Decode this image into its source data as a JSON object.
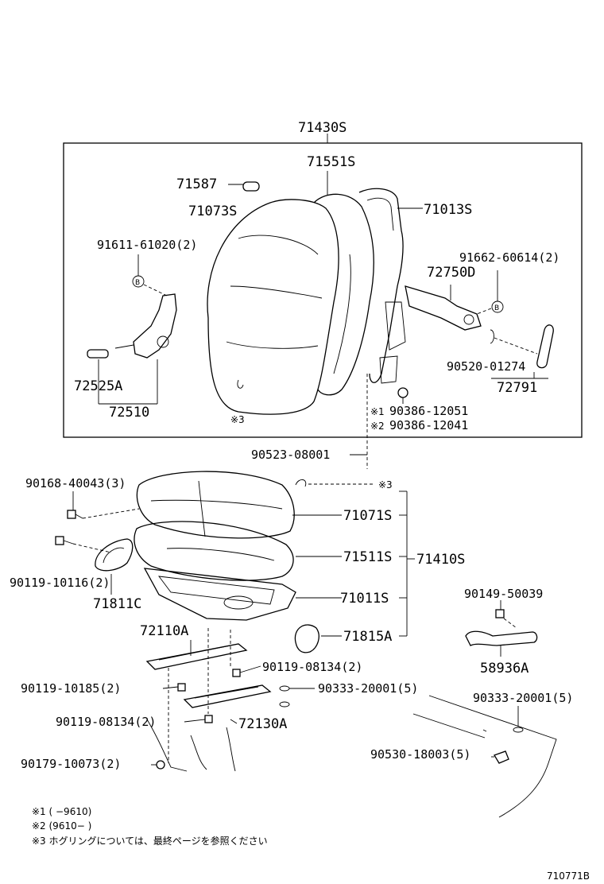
{
  "labels": {
    "l71430S": "71430S",
    "l71551S": "71551S",
    "l71587": "71587",
    "l71073S": "71073S",
    "l71013S": "71013S",
    "l91611": "91611-61020(2)",
    "l91662": "91662-60614(2)",
    "l72750D": "72750D",
    "l90520": "90520-01274",
    "l72791": "72791",
    "l72525A": "72525A",
    "l72510": "72510",
    "l90386a": "90386-12051",
    "l90386b": "90386-12041",
    "l90523": "90523-08001",
    "l90168": "90168-40043(3)",
    "l71071S": "71071S",
    "l71511S": "71511S",
    "l71410S": "71410S",
    "l71011S": "71011S",
    "l71815A": "71815A",
    "l90119_10116": "90119-10116(2)",
    "l71811C": "71811C",
    "l90149": "90149-50039",
    "l58936A": "58936A",
    "l72110A": "72110A",
    "l90119_08134a": "90119-08134(2)",
    "l90119_10185": "90119-10185(2)",
    "l90333a": "90333-20001(5)",
    "l90333b": "90333-20001(5)",
    "l90119_08134b": "90119-08134(2)",
    "l72130A": "72130A",
    "l90530": "90530-18003(5)",
    "l90179": "90179-10073(2)"
  },
  "markers": {
    "ref1": "※1",
    "ref2": "※2",
    "ref3a": "※3",
    "ref3b": "※3",
    "circleB1": "B",
    "circleB2": "B"
  },
  "footnotes": {
    "n1": "※1 (    −9610)",
    "n2": "※2 (9610−    )",
    "n3": "※3 ホグリングについては、最終ページを参照ください"
  },
  "figure_id": "710771B"
}
